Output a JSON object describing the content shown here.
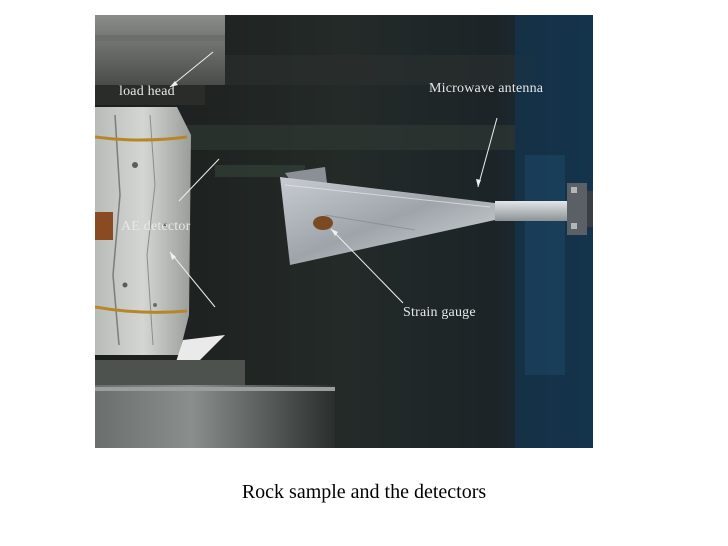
{
  "photo": {
    "description_icon": "photograph",
    "labels": {
      "load_head": "load head",
      "microwave_antenna": "Microwave antenna",
      "ae_detector": "AE detector",
      "strain_gauge": "Strain gauge"
    }
  },
  "caption": "Rock sample and the detectors",
  "colors": {
    "label_text": "#e8e8e8",
    "pointer_lines": "#f0f0f0",
    "background": "#ffffff"
  }
}
